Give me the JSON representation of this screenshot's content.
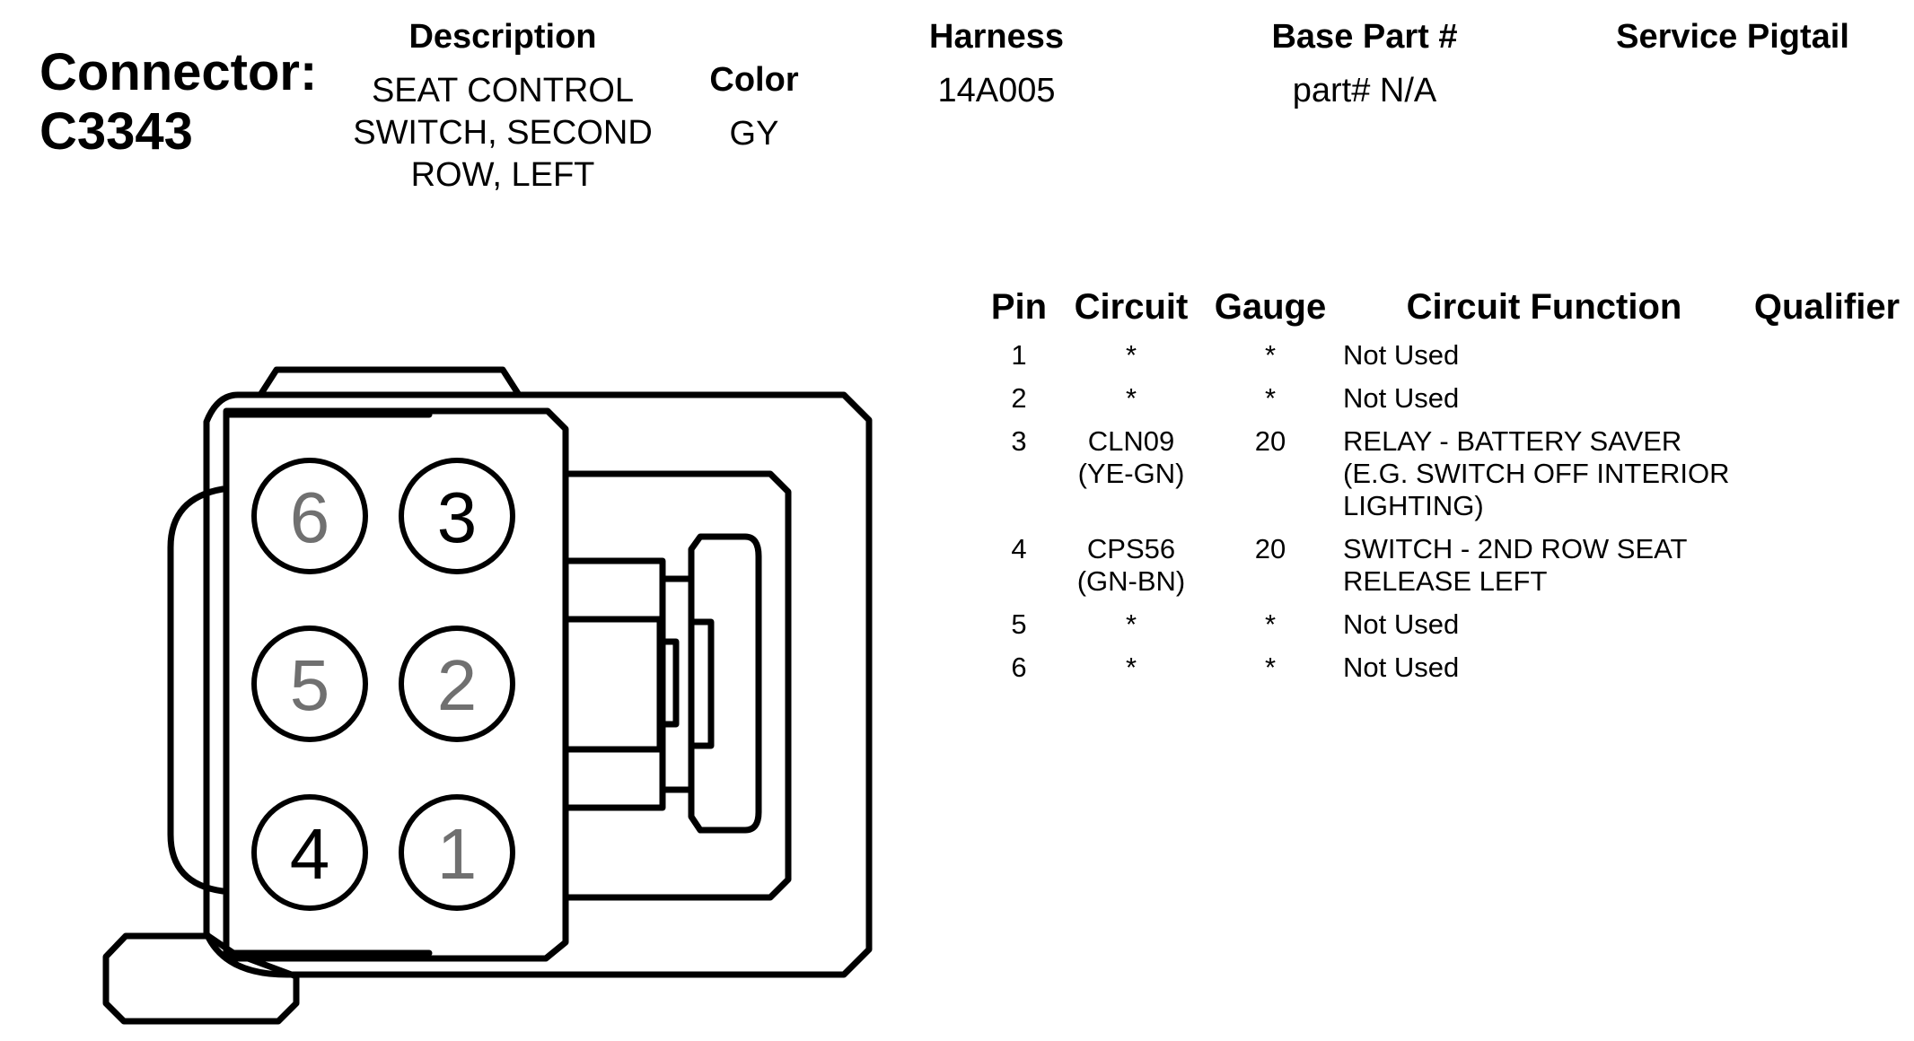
{
  "connector": {
    "label": "Connector:",
    "id": "C3343"
  },
  "headers": {
    "description": "Description",
    "color": "Color",
    "harness": "Harness",
    "base_part": "Base Part #",
    "service_pigtail": "Service Pigtail"
  },
  "values": {
    "description_lines": [
      "SEAT CONTROL",
      "SWITCH, SECOND",
      "ROW, LEFT"
    ],
    "color": "GY",
    "harness": "14A005",
    "base_part": "part# N/A",
    "service_pigtail": ""
  },
  "table": {
    "columns": {
      "pin": "Pin",
      "circuit": "Circuit",
      "gauge": "Gauge",
      "circuit_function": "Circuit Function",
      "qualifier": "Qualifier"
    },
    "rows": [
      {
        "pin": "1",
        "circuit": [
          "*"
        ],
        "gauge": "*",
        "function": [
          "Not Used"
        ],
        "qualifier": ""
      },
      {
        "pin": "2",
        "circuit": [
          "*"
        ],
        "gauge": "*",
        "function": [
          "Not Used"
        ],
        "qualifier": ""
      },
      {
        "pin": "3",
        "circuit": [
          "CLN09",
          "(YE-GN)"
        ],
        "gauge": "20",
        "function": [
          "RELAY - BATTERY SAVER",
          "(E.G. SWITCH OFF INTERIOR",
          "LIGHTING)"
        ],
        "qualifier": ""
      },
      {
        "pin": "4",
        "circuit": [
          "CPS56",
          "(GN-BN)"
        ],
        "gauge": "20",
        "function": [
          "SWITCH - 2ND ROW SEAT",
          "RELEASE LEFT"
        ],
        "qualifier": ""
      },
      {
        "pin": "5",
        "circuit": [
          "*"
        ],
        "gauge": "*",
        "function": [
          "Not Used"
        ],
        "qualifier": ""
      },
      {
        "pin": "6",
        "circuit": [
          "*"
        ],
        "gauge": "*",
        "function": [
          "Not Used"
        ],
        "qualifier": ""
      }
    ]
  },
  "diagram": {
    "cavities": [
      {
        "label": "6",
        "used": false
      },
      {
        "label": "3",
        "used": true
      },
      {
        "label": "5",
        "used": false
      },
      {
        "label": "2",
        "used": false
      },
      {
        "label": "4",
        "used": true
      },
      {
        "label": "1",
        "used": false
      }
    ],
    "colors": {
      "used": "#000000",
      "unused": "#707070"
    }
  }
}
